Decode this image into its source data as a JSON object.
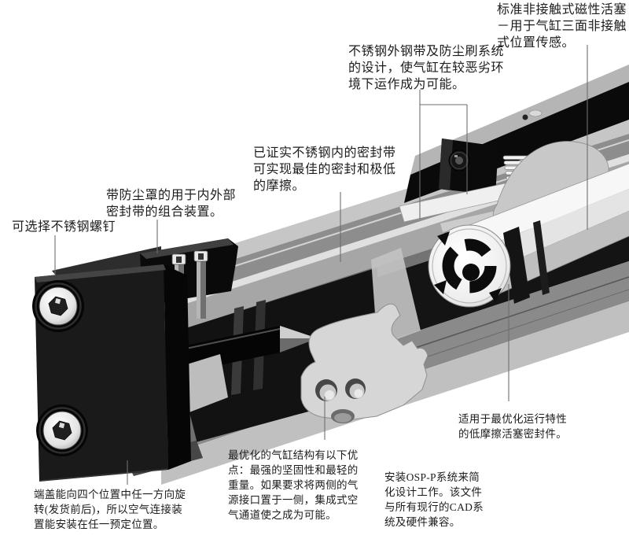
{
  "annotations": {
    "magnetic_piston": {
      "text": "标准非接触式磁性活塞\n－用于气缸三面非接触\n式位置传感。"
    },
    "steel_band": {
      "text": "不锈钢外钢带及防尘刷系统\n的设计，使气缸在较恶劣环\n境下运作成为可能。"
    },
    "inner_seal": {
      "text": "已证实不锈钢内的密封带\n可实现最佳的密封和极低\n的摩擦。"
    },
    "dust_cover": {
      "text": "带防尘罩的用于内外部\n密封带的组合装置。"
    },
    "screw_option": {
      "text": "可选择不锈钢螺钉"
    },
    "end_cap": {
      "text": "端盖能向四个位置中任一方向旋\n转(发货前后)，所以空气连接装\n置能安装在任一预定位置。"
    },
    "profile": {
      "text": "最优化的气缸结构有以下优\n点：最强的坚固性和最轻的\n重量。如果要求将两侧的气\n源接口置于一侧，集成式空\n气通道使之成为可能。"
    },
    "cad": {
      "text": "安装OSP-P系统来简\n化设计工作。该文件\n与所有现行的CAD系\n统及硬件兼容。"
    },
    "piston_seal": {
      "text": "适用于最优化运行特性\n的低摩擦活塞密封件。"
    }
  },
  "colors": {
    "background": "#ffffff",
    "text_color": "#1c1c1c",
    "leader_line": "#6e6e6e",
    "metal_dark": "#141414",
    "metal_mid": "#8d8d8d",
    "metal_light": "#c6c6c6"
  }
}
